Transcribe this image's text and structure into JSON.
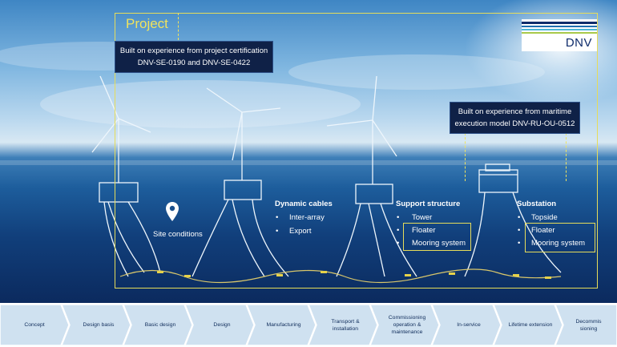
{
  "project_label": "Project",
  "callout_left": {
    "line1": "Built on experience from project certification",
    "line2": "DNV-SE-0190 and DNV-SE-0422"
  },
  "callout_right": {
    "line1": "Built on experience from maritime",
    "line2": "execution model DNV-RU-OU-0512"
  },
  "logo": {
    "text": "DNV",
    "colors": [
      "#0f2c6b",
      "#1f6fb0",
      "#4db6d6",
      "#a8c94a"
    ]
  },
  "site_conditions": {
    "label": "Site conditions",
    "icon": "location-pin-icon"
  },
  "dynamic_cables": {
    "title": "Dynamic cables",
    "items": [
      "Inter-array",
      "Export"
    ]
  },
  "support_structure": {
    "title": "Support structure",
    "items": [
      "Tower",
      "Floater",
      "Mooring system"
    ]
  },
  "substation": {
    "title": "Substation",
    "items": [
      "Topside",
      "Floater",
      "Mooring system"
    ]
  },
  "bullet": "•",
  "phases": [
    "Concept",
    "Design basis",
    "Basic design",
    "Design",
    "Manufacturing",
    "Transport & installation",
    "Commissioning operation & maintenance",
    "In-service",
    "Lifetime extension",
    "Decommis sioning"
  ],
  "colors": {
    "accent": "#f0e35e",
    "callout_bg": "#0f2147",
    "chevron": "#cfe1f0",
    "chevron_text": "#0f2c5a"
  }
}
